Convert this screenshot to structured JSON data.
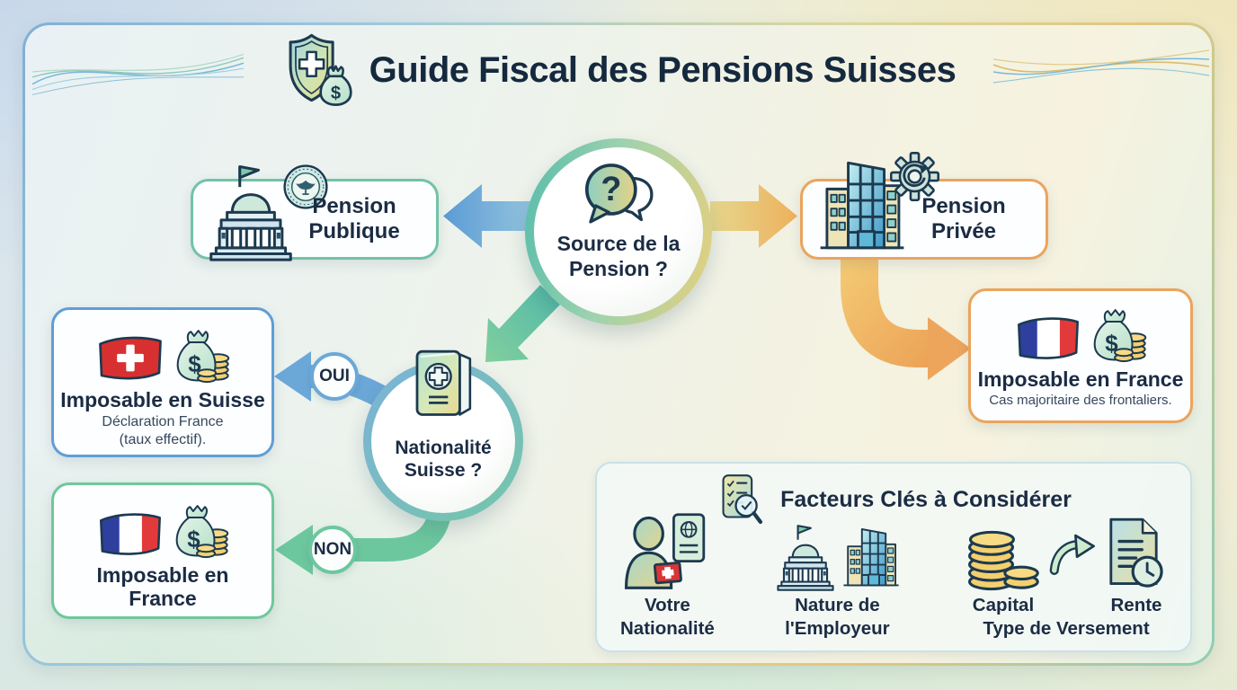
{
  "header": {
    "title": "Guide Fiscal des Pensions Suisses"
  },
  "flow": {
    "source": {
      "line1": "Source de la",
      "line2": "Pension ?"
    },
    "pension_publique": {
      "line1": "Pension",
      "line2": "Publique"
    },
    "pension_privee": {
      "line1": "Pension",
      "line2": "Privée"
    },
    "imposable_france_droite": {
      "title": "Imposable en France",
      "subtitle": "Cas majoritaire des frontaliers."
    },
    "imposable_suisse": {
      "title": "Imposable en Suisse",
      "subtitle_line1": "Déclaration France",
      "subtitle_line2": "(taux effectif)."
    },
    "nationalite_suisse": {
      "line1": "Nationalité",
      "line2": "Suisse ?"
    },
    "imposable_france_gauche": {
      "line1": "Imposable en",
      "line2": "France"
    },
    "branch_oui": "OUI",
    "branch_non": "NON"
  },
  "facteurs": {
    "title": "Facteurs Clés à Considérer",
    "items": [
      {
        "line1": "Votre",
        "line2": "Nationalité"
      },
      {
        "line1": "Nature de",
        "line2": "l'Employeur"
      },
      {
        "capital": "Capital",
        "rente": "Rente",
        "type": "Type de Versement"
      }
    ]
  },
  "icon_names": [
    "shield-money-icon",
    "question-chat-icon",
    "government-building-icon",
    "official-seal-icon",
    "office-building-icon",
    "gear-icon",
    "france-flag-icon",
    "switzerland-flag-icon",
    "money-bag-coins-icon",
    "passport-icon",
    "checklist-magnifier-icon",
    "person-identity-icon",
    "coins-stack-icon",
    "transfer-arrow-icon",
    "annuity-document-clock-icon"
  ],
  "colors": {
    "navy_text": "#1b2c44",
    "teal": "#57bba6",
    "green": "#6cc79e",
    "blue": "#6ba8d8",
    "orange": "#eba45c",
    "yellow": "#e6d78d"
  }
}
